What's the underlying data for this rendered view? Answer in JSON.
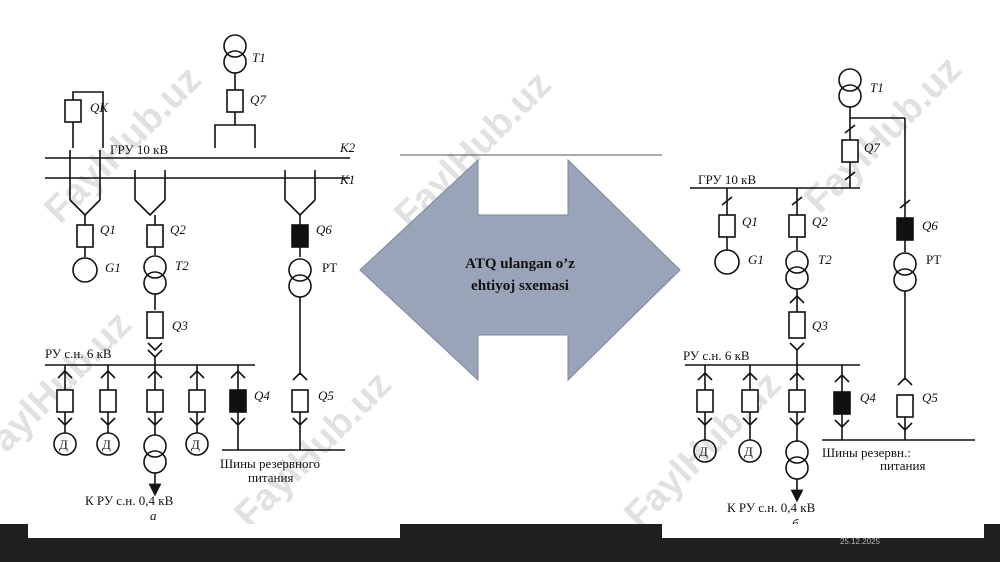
{
  "watermark": "FaylHub.uz",
  "center": {
    "line1": "ATQ ulangan o’z",
    "line2": "ehtiyoj sxemasi"
  },
  "footer": {
    "date": "25.12.2025"
  },
  "left": {
    "qk": "QK",
    "t1": "T1",
    "q7": "Q7",
    "gru": "ГРУ 10 кВ",
    "k2": "K2",
    "k1": "K1",
    "q1": "Q1",
    "q2": "Q2",
    "q6": "Q6",
    "g1": "G1",
    "t2": "T2",
    "pt": "PT",
    "q3": "Q3",
    "ru": "РУ с.н. 6 кВ",
    "q4": "Q4",
    "q5": "Q5",
    "d": "Д",
    "busres1": "Шины резервного",
    "busres2": "питания",
    "kru": "К РУ с.н. 0,4 кВ",
    "letter": "a"
  },
  "right": {
    "t1": "T1",
    "q7": "Q7",
    "gru": "ГРУ 10 кВ",
    "q1": "Q1",
    "q2": "Q2",
    "q6": "Q6",
    "g1": "G1",
    "t2": "T2",
    "pt": "PT",
    "q3": "Q3",
    "ru": "РУ с.н. 6 кВ",
    "q4": "Q4",
    "q5": "Q5",
    "d": "Д",
    "busres1": "Шины резервн.:",
    "busres2": "питания",
    "kru": "К РУ с.н. 0,4 кВ",
    "letter": "б"
  }
}
